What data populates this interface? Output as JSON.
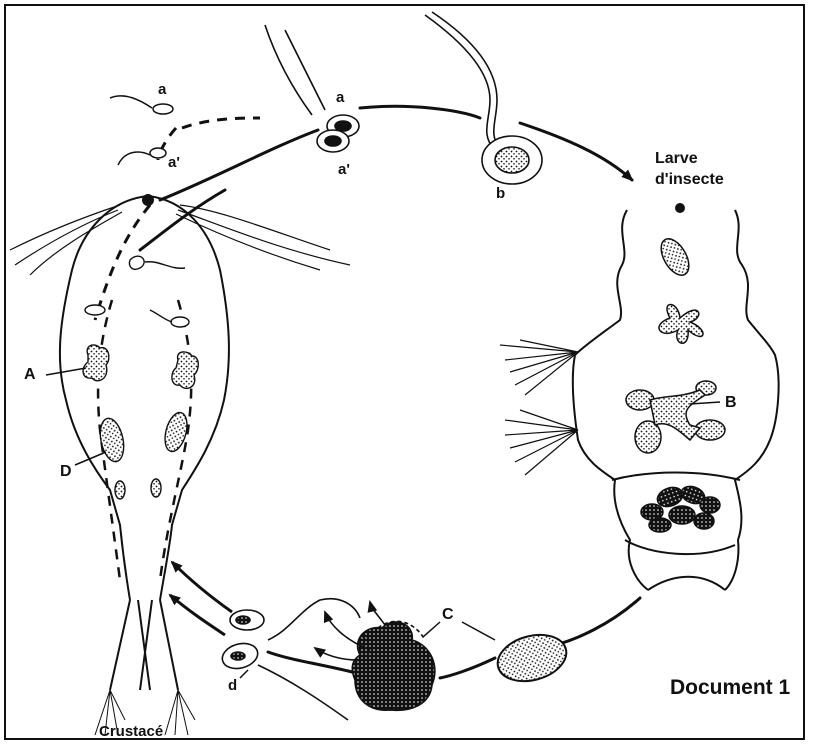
{
  "labels": {
    "a_top": "a",
    "a_prime_top": "a'",
    "a_right": "a",
    "a_prime_right": "a'",
    "b": "b",
    "larve_line1": "Larve",
    "larve_line2": "d'insecte",
    "A": "A",
    "B": "B",
    "C": "C",
    "D": "D",
    "d": "d",
    "crustace": "Crustacé",
    "document": "Document 1"
  },
  "colors": {
    "ink": "#111111",
    "background": "#ffffff"
  }
}
